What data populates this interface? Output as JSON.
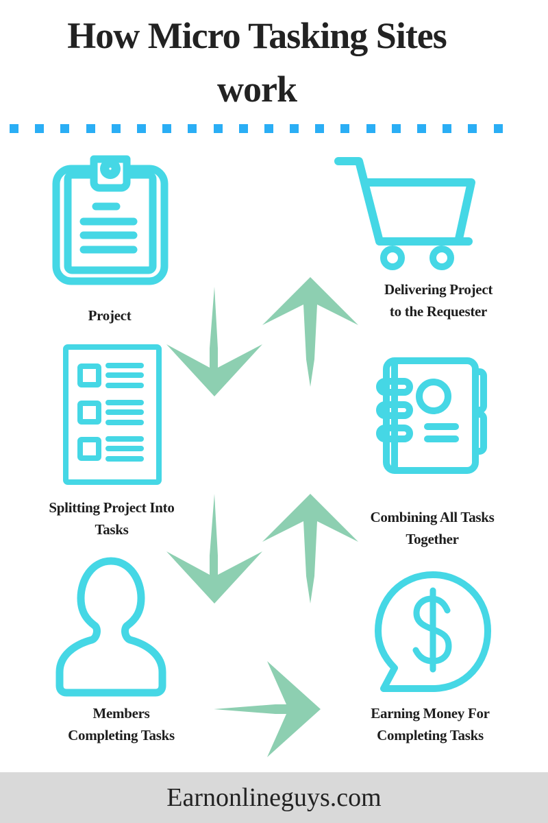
{
  "title": {
    "line1": "How Micro Tasking Sites",
    "line2": "work"
  },
  "colors": {
    "icon": "#45d7e5",
    "arrow": "#8dcfb1",
    "divider": "#2aaef5",
    "text": "#1e1e1e",
    "footer_bg": "#d9d9d9"
  },
  "divider": {
    "squares": 20
  },
  "steps": [
    {
      "id": "project",
      "icon": "clipboard-icon",
      "label_lines": [
        "Project"
      ]
    },
    {
      "id": "splitting",
      "icon": "checklist-icon",
      "label_lines": [
        "Splitting Project Into",
        "Tasks"
      ]
    },
    {
      "id": "members",
      "icon": "user-icon",
      "label_lines": [
        "Members",
        "Completing Tasks"
      ]
    },
    {
      "id": "earning",
      "icon": "dollar-speech-bubble-icon",
      "label_lines": [
        "Earning Money For",
        "Completing Tasks"
      ]
    },
    {
      "id": "combining",
      "icon": "notebook-icon",
      "label_lines": [
        "Combining All Tasks",
        "Together"
      ]
    },
    {
      "id": "delivering",
      "icon": "shopping-cart-icon",
      "label_lines": [
        "Delivering Project",
        "to the Requester"
      ]
    }
  ],
  "flow": [
    {
      "from": "project",
      "to": "splitting",
      "direction": "down"
    },
    {
      "from": "splitting",
      "to": "members",
      "direction": "down"
    },
    {
      "from": "members",
      "to": "earning",
      "direction": "right"
    },
    {
      "from": "earning",
      "to": "combining",
      "direction": "up"
    },
    {
      "from": "combining",
      "to": "delivering",
      "direction": "up"
    }
  ],
  "footer": {
    "text": "Earnonlineguys.com"
  }
}
